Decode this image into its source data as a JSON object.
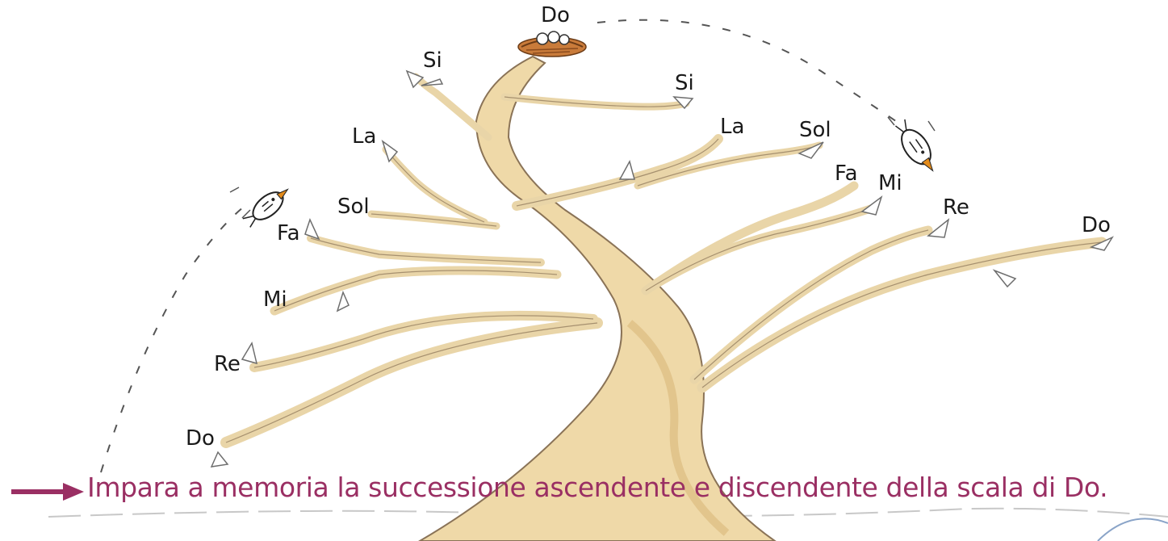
{
  "instruction": {
    "text": "Impara a memoria la successione ascendente e discendente della scala di Do.",
    "color": "#9a2f63"
  },
  "notes": {
    "ascending": [
      "Do",
      "Re",
      "Mi",
      "Fa",
      "Sol",
      "La",
      "Si"
    ],
    "top": "Do",
    "descending": [
      "Si",
      "La",
      "Sol",
      "Fa",
      "Mi",
      "Re",
      "Do"
    ]
  },
  "colors": {
    "trunk": "#efd9a8",
    "trunk_shadow": "#d9b87a",
    "branch": "#f4e6c6",
    "outline": "#8a7357",
    "path": "#555555",
    "nest": "#b56a2c"
  },
  "icons": [
    "arrow-icon",
    "bird-icon",
    "nest-icon",
    "leaf-icon"
  ]
}
